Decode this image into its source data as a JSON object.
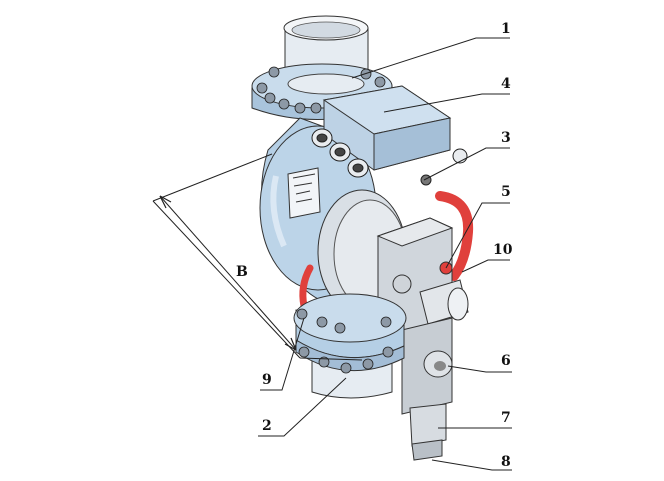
{
  "callouts": [
    {
      "number": "1"
    },
    {
      "number": "4"
    },
    {
      "number": "3"
    },
    {
      "number": "5"
    },
    {
      "number": "10"
    },
    {
      "number": "6"
    },
    {
      "number": "9"
    },
    {
      "number": "7"
    },
    {
      "number": "2"
    },
    {
      "number": "8"
    }
  ],
  "dimension": {
    "label": "B"
  },
  "colors": {
    "body_fill": "#bfd6ea",
    "body_shade": "#8fb3d1",
    "pipe_fill": "#e8eef4",
    "bolt_fill": "#9aa6b2",
    "accent_red": "#e0403c",
    "line": "#222222"
  }
}
